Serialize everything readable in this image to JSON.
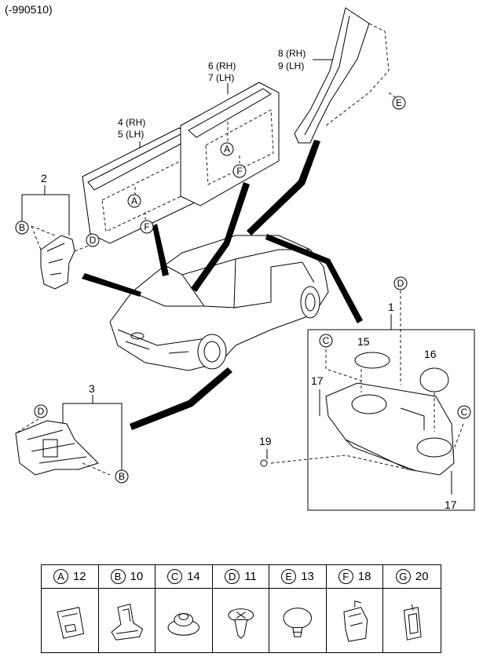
{
  "header": {
    "code": "(-990510)"
  },
  "callouts": {
    "item_1": "1",
    "item_2": "2",
    "item_3": "3",
    "item_4_5": [
      "4 (RH)",
      "5 (LH)"
    ],
    "item_6_7": [
      "6 (RH)",
      "7 (LH)"
    ],
    "item_8_9": [
      "8 (RH)",
      "9 (LH)"
    ],
    "item_15": "15",
    "item_16": "16",
    "item_17a": "17",
    "item_17b": "17",
    "item_19": "19"
  },
  "ref_letters": {
    "A": "A",
    "B": "B",
    "C": "C",
    "D": "D",
    "E": "E",
    "F": "F",
    "G": "G"
  },
  "legend": [
    {
      "letter": "A",
      "part": "12",
      "icon": "clip-a-icon"
    },
    {
      "letter": "B",
      "part": "10",
      "icon": "clip-b-icon"
    },
    {
      "letter": "C",
      "part": "14",
      "icon": "clip-c-icon"
    },
    {
      "letter": "D",
      "part": "11",
      "icon": "clip-d-icon"
    },
    {
      "letter": "E",
      "part": "13",
      "icon": "clip-e-icon"
    },
    {
      "letter": "F",
      "part": "18",
      "icon": "clip-f-icon"
    },
    {
      "letter": "G",
      "part": "20",
      "icon": "clip-g-icon"
    }
  ]
}
